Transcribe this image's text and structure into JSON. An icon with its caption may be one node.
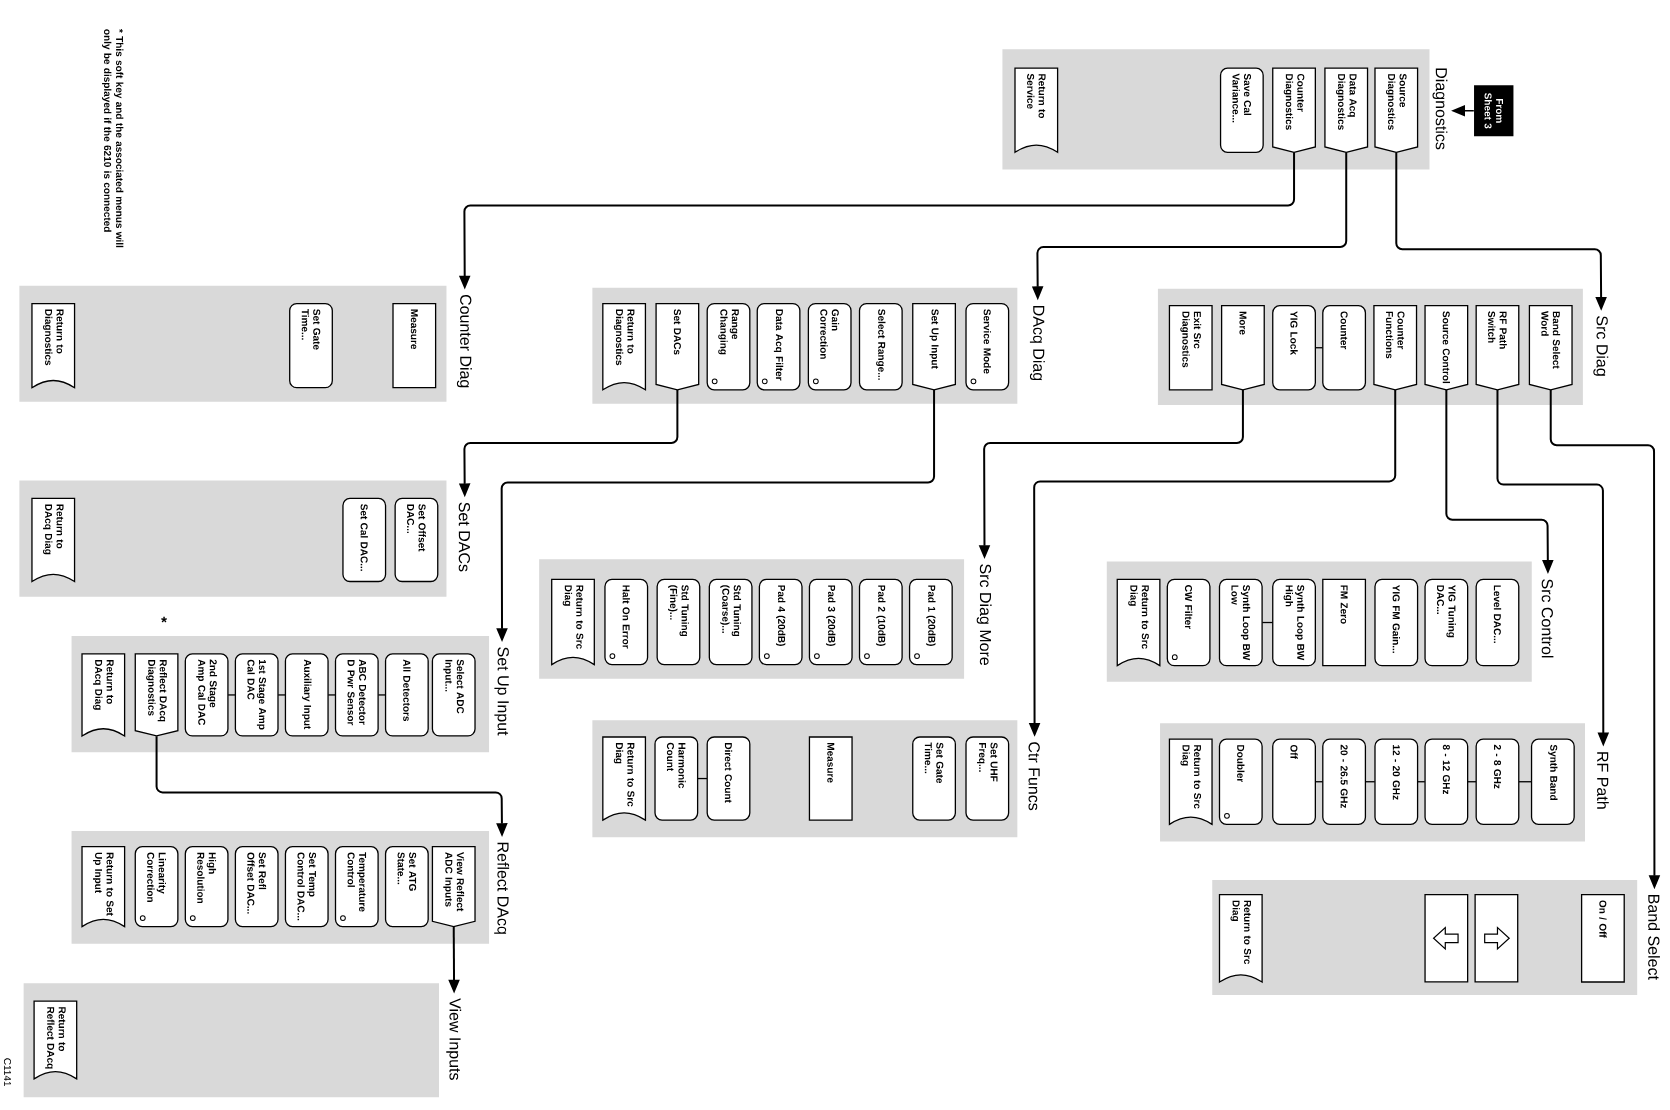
{
  "diagram": {
    "nodes": [
      {
        "text": [
          "From Sheet 3"
        ]
      },
      {
        "text": [
          "Diagnostics"
        ]
      },
      {
        "text": [
          "Source Diagnostics"
        ],
        "in": 1
      },
      {
        "text": [
          "Data Acq Diagnostics"
        ],
        "in": 1
      },
      {
        "text": [
          "Counter Diagnostics"
        ],
        "in": 1
      },
      {
        "text": [
          "Save Cal Variance..."
        ],
        "in": 1
      },
      {
        "text": [
          "Return to Service"
        ],
        "in": 1
      },
      {
        "text": [
          "Src Diag"
        ]
      },
      {
        "text": [
          "Band Select Word"
        ],
        "in": 7
      },
      {
        "text": [
          "RF Path Switch"
        ],
        "in": 7
      },
      {
        "text": [
          "Source Control"
        ],
        "in": 7
      },
      {
        "text": [
          "Counter Functions"
        ],
        "in": 7
      },
      {
        "text": [
          "Counter"
        ],
        "in": 7
      },
      {
        "text": [
          "YIG Lock"
        ],
        "in": 7
      },
      {
        "text": [
          "More"
        ],
        "in": 7
      },
      {
        "text": [
          "Exit Src Diagnostics"
        ],
        "in": 7
      },
      {
        "text": [
          "DAcq Diag"
        ]
      },
      {
        "text": [
          "Service Mode"
        ],
        "in": 16
      },
      {
        "text": [
          "Set Up Input"
        ],
        "in": 16
      },
      {
        "text": [
          "Select Range..."
        ],
        "in": 16
      },
      {
        "text": [
          "Gain Correction"
        ],
        "in": 16
      },
      {
        "text": [
          "Data Acq Filter"
        ],
        "in": 16
      },
      {
        "text": [
          "Range Changing"
        ],
        "in": 16
      },
      {
        "text": [
          "Set DACs"
        ],
        "in": 16
      },
      {
        "text": [
          "Return to Diagnostics"
        ],
        "in": 16
      },
      {
        "text": [
          "Src Control"
        ]
      },
      {
        "text": [
          "Level DAC..."
        ],
        "in": 25
      },
      {
        "text": [
          "YIG Tuning DAC..."
        ],
        "in": 25
      },
      {
        "text": [
          "YIG FM Gain..."
        ],
        "in": 25
      },
      {
        "text": [
          "FM Zero"
        ],
        "in": 25
      },
      {
        "text": [
          "Synth Loop BW High"
        ],
        "in": 25
      },
      {
        "text": [
          "Synth Loop BW Low"
        ],
        "in": 25
      },
      {
        "text": [
          "CW Filter"
        ],
        "in": 25
      },
      {
        "text": [
          "Return to Src Diag"
        ],
        "in": 25
      },
      {
        "text": [
          "RF Path"
        ]
      },
      {
        "text": [
          "Synth Band"
        ],
        "in": 34
      },
      {
        "text": [
          "2 - 8 GHz"
        ],
        "in": 34
      },
      {
        "text": [
          "8 - 12 GHz"
        ],
        "in": 34
      },
      {
        "text": [
          "12 - 20 GHz"
        ],
        "in": 34
      },
      {
        "text": [
          "20 - 26.5 GHz"
        ],
        "in": 34
      },
      {
        "text": [
          "Off"
        ],
        "in": 34
      },
      {
        "text": [
          "Doubler"
        ],
        "in": 34
      },
      {
        "text": [
          "Return to Src Diag"
        ],
        "in": 34
      },
      {
        "text": [
          "Band Select"
        ]
      },
      {
        "text": [
          "On / Off"
        ],
        "in": 43
      },
      {
        "text": [],
        "shape": "box",
        "in": 43
      },
      {
        "text": [],
        "shape": "box",
        "in": 43
      },
      {
        "text": [
          "Return to Src Diag"
        ],
        "in": 43
      },
      {
        "text": [
          "Src Diag More"
        ]
      },
      {
        "text": [
          "Pad 1 (20dB)"
        ],
        "in": 48
      },
      {
        "text": [
          "Pad 2 (10dB)"
        ],
        "in": 48
      },
      {
        "text": [
          "Pad 3 (20dB)"
        ],
        "in": 48
      },
      {
        "text": [
          "Pad 4 (20dB)"
        ],
        "in": 48
      },
      {
        "text": [
          "Std Tuning (Coarse)..."
        ],
        "in": 48
      },
      {
        "text": [
          "Std Tuning (Fine)..."
        ],
        "in": 48
      },
      {
        "text": [
          "Halt On Error"
        ],
        "in": 48
      },
      {
        "text": [
          "Return to Src Diag"
        ],
        "in": 48
      },
      {
        "text": [
          "Ctr Funcs"
        ]
      },
      {
        "text": [
          "Set UHF Freq..."
        ],
        "in": 57
      },
      {
        "text": [
          "Set Gate Time..."
        ],
        "in": 57
      },
      {
        "text": [
          "Measure"
        ],
        "in": 57
      },
      {
        "text": [
          "Direct Count"
        ],
        "in": 57
      },
      {
        "text": [
          "Harmonic Count"
        ],
        "in": 57
      },
      {
        "text": [
          "Return to Src Diag"
        ],
        "in": 57
      },
      {
        "text": [
          "Counter Diag"
        ]
      },
      {
        "text": [
          "Measure"
        ],
        "in": 64
      },
      {
        "text": [
          "Set Gate Time..."
        ],
        "in": 64
      },
      {
        "text": [
          "Return to Diagnostics"
        ],
        "in": 64
      },
      {
        "text": [
          "Set DACs"
        ]
      },
      {
        "text": [
          "Set Offset DAC..."
        ],
        "in": 68
      },
      {
        "text": [
          "Set Cal DAC..."
        ],
        "in": 68
      },
      {
        "text": [
          "Return to DAcq Diag"
        ],
        "in": 68
      },
      {
        "text": [
          "Set Up Input"
        ]
      },
      {
        "text": [
          "Select ADC Input..."
        ],
        "in": 72
      },
      {
        "text": [
          "All Detectors"
        ],
        "in": 72
      },
      {
        "text": [
          "ABC Detector D Pwr Sensor"
        ],
        "in": 72
      },
      {
        "text": [
          "Auxiliary Input"
        ],
        "in": 72
      },
      {
        "text": [
          "1st Stage Amp Cal DAC"
        ],
        "in": 72
      },
      {
        "text": [
          "2nd Stage Amp Cal DAC"
        ],
        "in": 72
      },
      {
        "text": [
          "Reflect DAcq Diagnostics"
        ],
        "in": 72
      },
      {
        "text": [
          "Return to DAcq Diag"
        ],
        "in": 72
      },
      {
        "text": [
          "Reflect DAcq"
        ]
      },
      {
        "text": [
          "View Reflect ADC Inputs"
        ],
        "in": 81
      },
      {
        "text": [
          "Set ATG State..."
        ],
        "in": 81
      },
      {
        "text": [
          "Temperature Control"
        ],
        "in": 81
      },
      {
        "text": [
          "Set Temp Control DAC..."
        ],
        "in": 81
      },
      {
        "text": [
          "Set Refl Offset DAC..."
        ],
        "in": 81
      },
      {
        "text": [
          "High Resolution"
        ],
        "in": 81
      },
      {
        "text": [
          "Linearity Correction"
        ],
        "in": 81
      },
      {
        "text": [
          "Return to Set Up Input"
        ],
        "in": 81
      },
      {
        "text": [
          "View Inputs"
        ]
      },
      {
        "text": [
          "Return to Reflect DAcq"
        ],
        "in": 90
      }
    ],
    "edges": [
      {
        "from": 0,
        "to": 1,
        "arrow": "to"
      },
      {
        "from": 2,
        "to": 7,
        "arrow": "to"
      },
      {
        "from": 3,
        "to": 16,
        "arrow": "to"
      },
      {
        "from": 4,
        "to": 64,
        "arrow": "to"
      },
      {
        "from": 8,
        "to": 43,
        "arrow": "to"
      },
      {
        "from": 9,
        "to": 34,
        "arrow": "to"
      },
      {
        "from": 10,
        "to": 25,
        "arrow": "to"
      },
      {
        "from": 11,
        "to": 57,
        "arrow": "to"
      },
      {
        "from": 14,
        "to": 48,
        "arrow": "to"
      },
      {
        "from": 18,
        "to": 72,
        "arrow": "to"
      },
      {
        "from": 23,
        "to": 68,
        "arrow": "to"
      },
      {
        "from": 79,
        "to": 81,
        "arrow": "to"
      },
      {
        "from": 82,
        "to": 90,
        "arrow": "to"
      },
      {
        "from": 12,
        "to": 13,
        "arrow": "none"
      },
      {
        "from": 30,
        "to": 31,
        "arrow": "none"
      },
      {
        "from": 35,
        "to": 36,
        "arrow": "none"
      },
      {
        "from": 36,
        "to": 37,
        "arrow": "none"
      },
      {
        "from": 37,
        "to": 38,
        "arrow": "none"
      },
      {
        "from": 38,
        "to": 39,
        "arrow": "none"
      },
      {
        "from": 39,
        "to": 40,
        "arrow": "none"
      },
      {
        "from": 61,
        "to": 62,
        "arrow": "none"
      },
      {
        "from": 74,
        "to": 75,
        "arrow": "none"
      },
      {
        "from": 75,
        "to": 76,
        "arrow": "none"
      },
      {
        "from": 76,
        "to": 77,
        "arrow": "none"
      },
      {
        "from": 77,
        "to": 78,
        "arrow": "none"
      }
    ],
    "labels": [
      "* This soft key and the associated menus will only be displayed if the 6210 is connected",
      "*",
      "C1141"
    ]
  }
}
